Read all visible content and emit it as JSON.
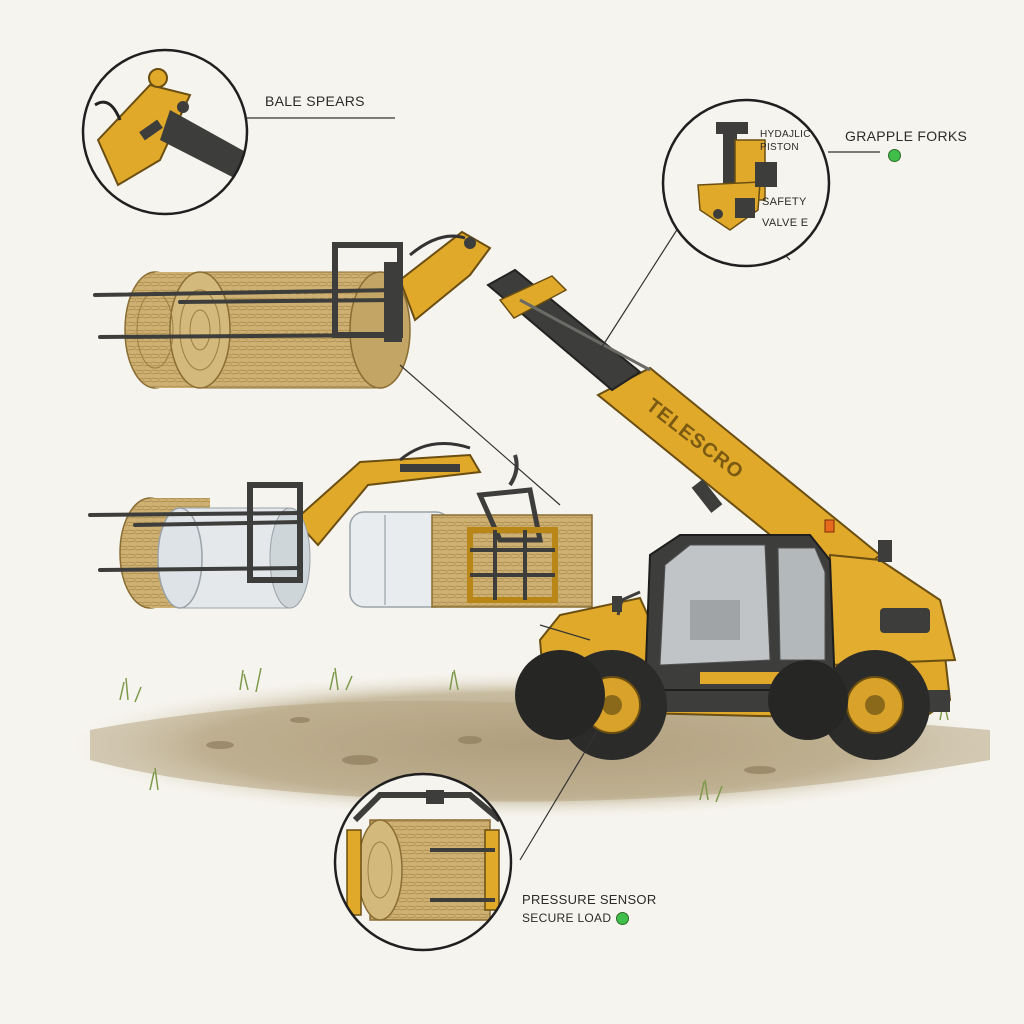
{
  "brand": {
    "boom_text": "TELESCRO"
  },
  "callouts": {
    "bale_spears": "BALE SPEARS",
    "grapple_forks": "GRAPPLE FORKS",
    "hydraulic_piston": "HYDAJLIC PISTON",
    "safety_valve_1": "SAFETY",
    "safety_valve_2": "VALVE E",
    "pressure_sensor": "PRESSURE SENSOR",
    "secure_load": "SECURE LOAD"
  },
  "colors": {
    "machine_yellow": "#e0a92a",
    "machine_dark": "#3a3a38",
    "hay": "#c9ac6e",
    "wrap": "#e4e8ea",
    "ground": "#b8a98a",
    "status_green": "#3fbf4a"
  },
  "icons": [
    "detail-magnifier-circle",
    "status-dot",
    "beacon-light"
  ]
}
